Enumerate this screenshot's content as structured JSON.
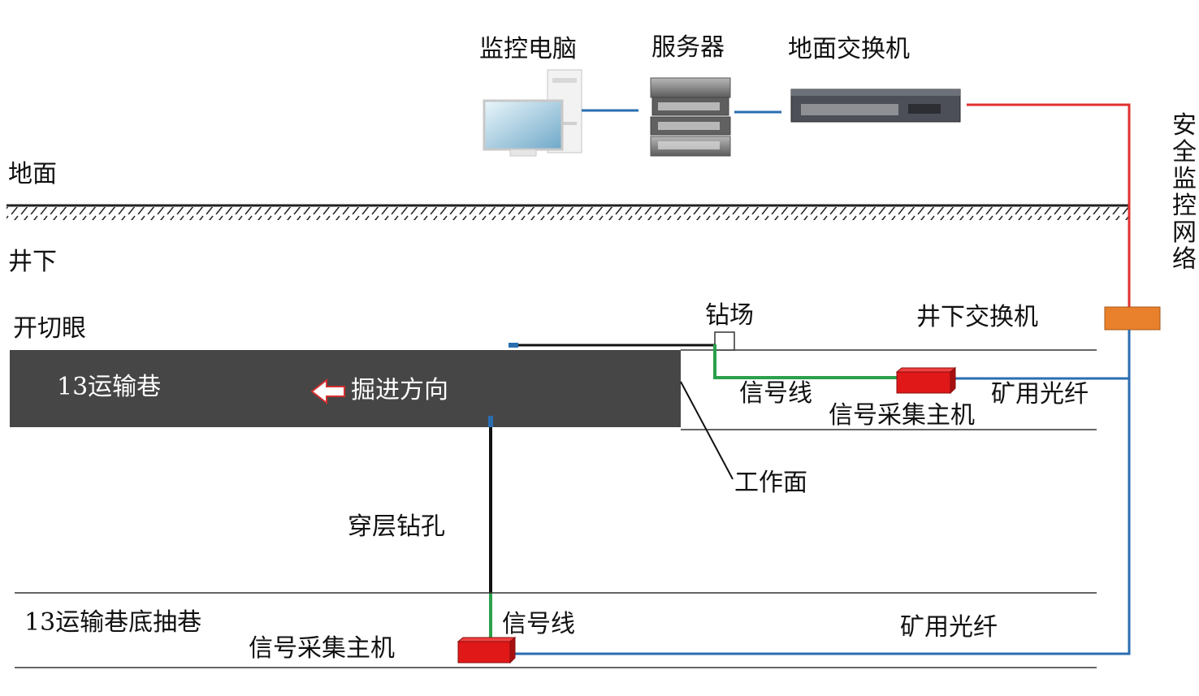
{
  "labels": {
    "monitor_pc": "监控电脑",
    "server": "服务器",
    "ground_switch": "地面交换机",
    "safety_network": "安全监控网络",
    "ground": "地面",
    "underground": "井下",
    "cut_eye": "开切眼",
    "tunnel_name": "13运输巷",
    "direction": "掘进方向",
    "drill_site": "钻场",
    "underground_switch": "井下交换机",
    "signal_line_top": "信号线",
    "mine_fiber_top": "矿用光纤",
    "collector_top": "信号采集主机",
    "work_face": "工作面",
    "cross_hole": "穿层钻孔",
    "bottom_tunnel": "13运输巷底抽巷",
    "signal_line_bottom": "信号线",
    "mine_fiber_bottom": "矿用光纤",
    "collector_bottom": "信号采集主机"
  },
  "colors": {
    "tunnel_fill": "#464646",
    "fiber_blue": "#2a6eb0",
    "network_red": "#e03030",
    "signal_green": "#2aa04a",
    "collector_red": "#e01818",
    "switch_orange": "#e8802c"
  },
  "icons": [
    "computer-icon",
    "server-icon",
    "network-switch-icon",
    "arrow-left-icon"
  ]
}
